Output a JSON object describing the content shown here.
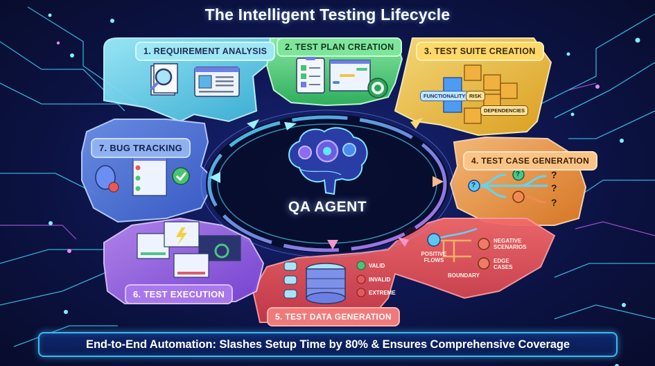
{
  "title": "The Intelligent Testing Lifecycle",
  "center": {
    "label": "QA AGENT",
    "icon": "brain-gears-icon"
  },
  "stages": [
    {
      "number": 1,
      "label": "1. REQUIREMENT ANALYSIS",
      "color": "#6fd3ea",
      "icons": [
        "document-magnifier-icon",
        "profile-window-icon"
      ]
    },
    {
      "number": 2,
      "label": "2. TEST PLAN CREATION",
      "color": "#4fd27a",
      "icons": [
        "clipboard-checklist-icon",
        "gantt-chart-icon",
        "target-icon"
      ]
    },
    {
      "number": 3,
      "label": "3. TEST SUITE CREATION",
      "color": "#f3c63e",
      "icons": [
        "cube-network-icon"
      ],
      "tags": [
        "FUNCTIONALITY",
        "RISK",
        "DEPENDENCIES"
      ]
    },
    {
      "number": 4,
      "label": "4. TEST CASE GENERATION",
      "color": "#f0a152",
      "icons": [
        "branching-arrows-icon",
        "question-icon"
      ],
      "marks": [
        "?",
        "?",
        "?",
        "?",
        "?"
      ]
    },
    {
      "number": 5,
      "label": "5. TEST DATA GENERATION",
      "color": "#e85454",
      "icons": [
        "database-icon"
      ],
      "outputs": [
        {
          "label": "VALID",
          "status": "check"
        },
        {
          "label": "INVALID",
          "status": "cross"
        },
        {
          "label": "EXTREME",
          "status": "cross"
        }
      ]
    },
    {
      "number": 6,
      "label": "6. TEST EXECUTION",
      "color": "#9a63e3",
      "icons": [
        "monitors-icon",
        "lightning-icon",
        "gauge-icon"
      ]
    },
    {
      "number": 7,
      "label": "7. BUG TRACKING",
      "color": "#5b82dd",
      "icons": [
        "bug-icon",
        "issue-list-icon",
        "checkmark-icon"
      ]
    }
  ],
  "scenarios": {
    "positive": "POSITIVE FLOWS",
    "negative": "NEGATIVE SCENARIOS",
    "edge": "EDGE CASES",
    "boundary": "BOUNDARY"
  },
  "footer": "End-to-End Automation: Slashes Setup Time by 80% & Ensures Comprehensive Coverage"
}
